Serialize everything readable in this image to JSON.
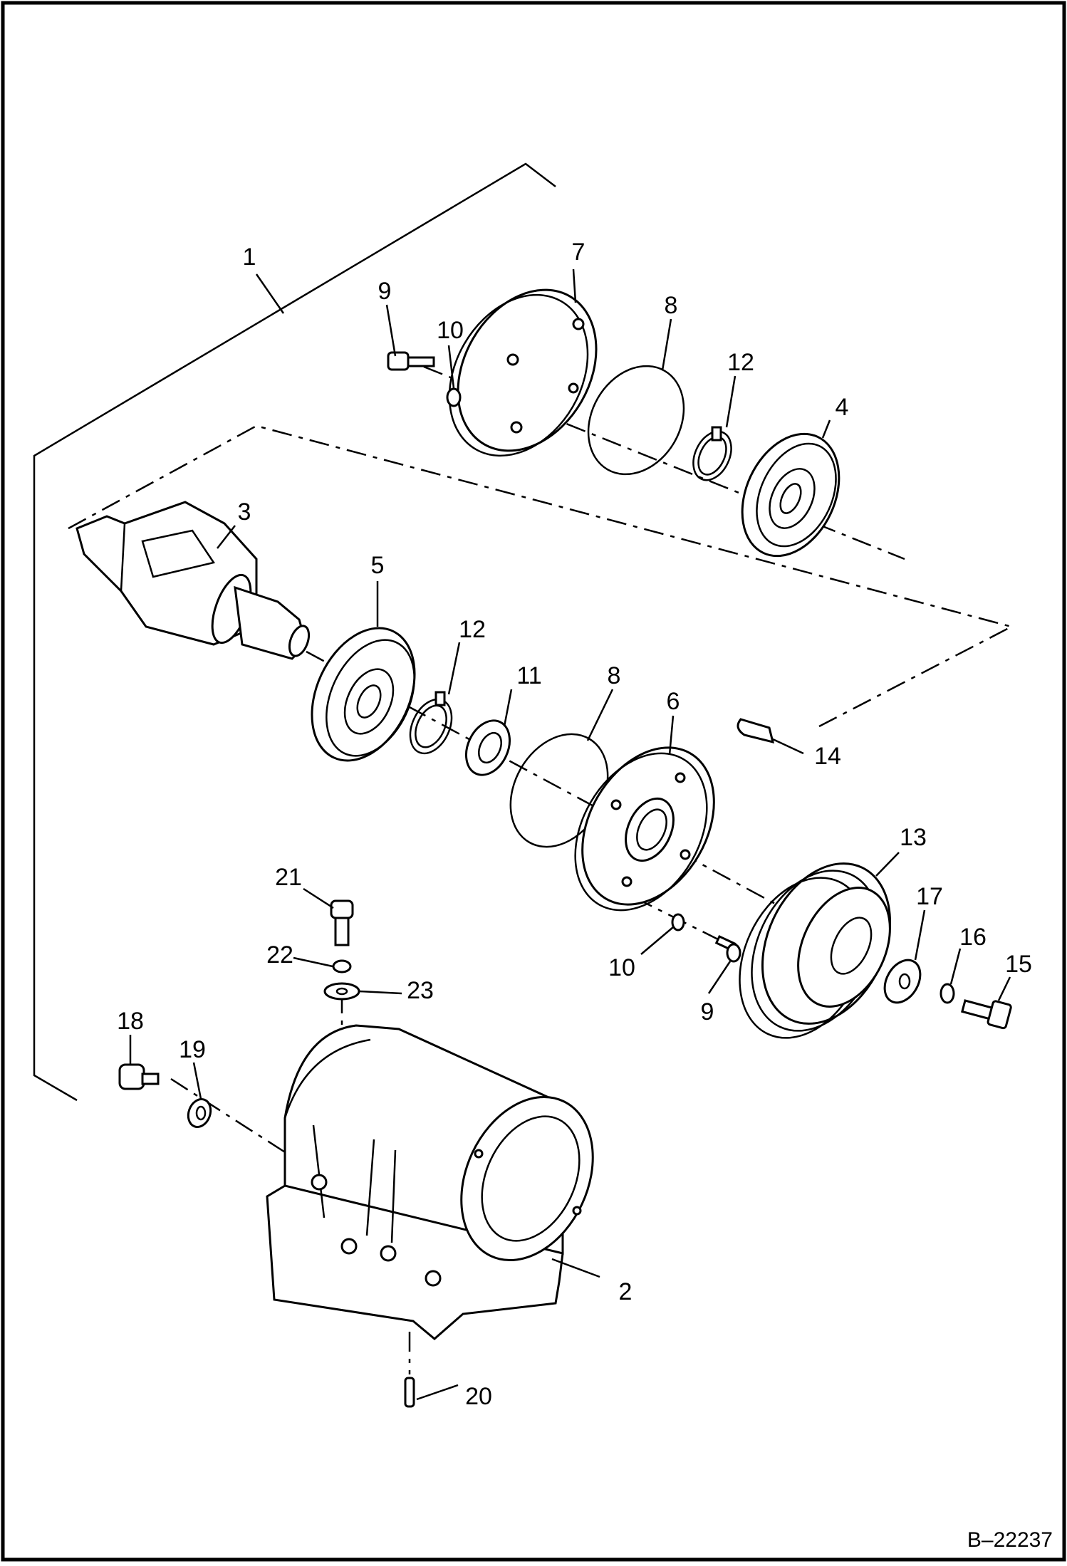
{
  "diagram": {
    "callouts": [
      {
        "id": "c1",
        "text": "1"
      },
      {
        "id": "c2",
        "text": "2"
      },
      {
        "id": "c3",
        "text": "3"
      },
      {
        "id": "c4",
        "text": "4"
      },
      {
        "id": "c5",
        "text": "5"
      },
      {
        "id": "c6",
        "text": "6"
      },
      {
        "id": "c7",
        "text": "7"
      },
      {
        "id": "c8a",
        "text": "8"
      },
      {
        "id": "c8b",
        "text": "8"
      },
      {
        "id": "c9a",
        "text": "9"
      },
      {
        "id": "c9b",
        "text": "9"
      },
      {
        "id": "c10a",
        "text": "10"
      },
      {
        "id": "c10b",
        "text": "10"
      },
      {
        "id": "c11",
        "text": "11"
      },
      {
        "id": "c12a",
        "text": "12"
      },
      {
        "id": "c12b",
        "text": "12"
      },
      {
        "id": "c13",
        "text": "13"
      },
      {
        "id": "c14",
        "text": "14"
      },
      {
        "id": "c15",
        "text": "15"
      },
      {
        "id": "c16",
        "text": "16"
      },
      {
        "id": "c17",
        "text": "17"
      },
      {
        "id": "c18",
        "text": "18"
      },
      {
        "id": "c19",
        "text": "19"
      },
      {
        "id": "c20",
        "text": "20"
      },
      {
        "id": "c21",
        "text": "21"
      },
      {
        "id": "c22",
        "text": "22"
      },
      {
        "id": "c23",
        "text": "23"
      }
    ],
    "figure_ref": "B–22237"
  }
}
